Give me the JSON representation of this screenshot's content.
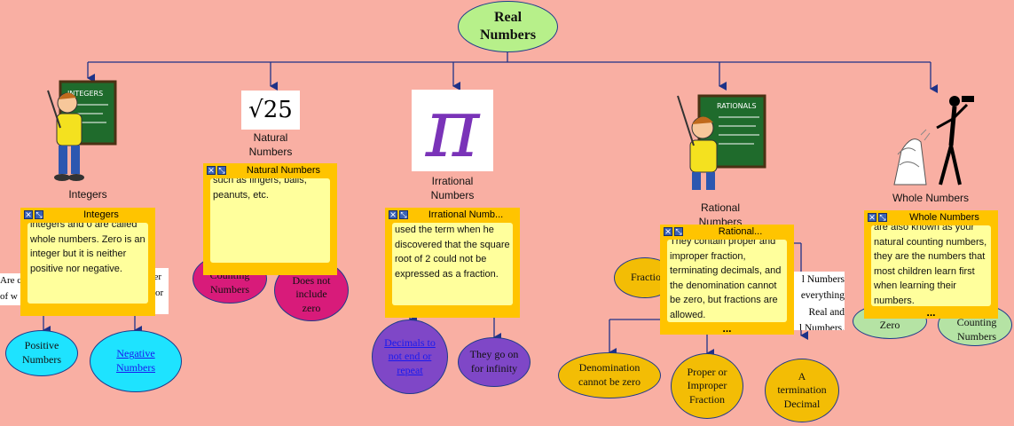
{
  "root": {
    "label": "Real Numbers",
    "fill": "#b7f08a"
  },
  "concepts": {
    "integers": "Integers",
    "natural": "Natural Numbers",
    "irrational": "Irrational Numbers",
    "rational": "Rational Numbers",
    "whole": "Whole Numbers"
  },
  "images": {
    "integers_pic": "teacher-chalkboard-integers",
    "integers_board": "INTEGERS",
    "natural_pic": "square-root-symbol",
    "natural_expr": "√25",
    "irrational_pic": "pi-symbol",
    "irrational_glyph": "π",
    "rational_pic": "teacher-chalkboard-rationals",
    "rational_board": "RATIONALS",
    "whole_pic": "sculptor-carving-figure"
  },
  "notes": {
    "integers": {
      "title": "Integers",
      "text": "integers and 0 are called whole numbers. Zero is an integer but it is neither positive nor negative."
    },
    "natural": {
      "title": "Natural Numbers",
      "text": "such as fingers, balls, peanuts, etc."
    },
    "irrational": {
      "title": "Irrational Numb...",
      "text": "used the term when he discovered that the square root of 2 could not be expressed as a fraction."
    },
    "rational": {
      "title": "Rational...",
      "text": "They contain proper and improper fraction, terminating decimals, and the denomination cannot be zero, but fractions are allowed.",
      "more": "..."
    },
    "whole": {
      "title": "Whole Numbers",
      "text": "are also known as your natural counting numbers, they are the numbers that most children learn first when learning their numbers.",
      "more": "..."
    }
  },
  "partial_text": {
    "int_left_1": "Are c",
    "int_left_2": "of w",
    "int_right_1": "ner",
    "int_right_2": "or",
    "nat_counting": "Counting Numbers",
    "rat_fraction": "Fractio",
    "rat_right_1": "l Numbers",
    "rat_right_2": "everything",
    "rat_right_3": "Real and",
    "rat_right_4": "l Numbers.",
    "whole_zero": "Zero",
    "whole_counting": "Counting Numbers"
  },
  "leaf_nodes": {
    "positive": "Positive Numbers",
    "negative": "Negative Numbers",
    "not_zero": "Does not include zero",
    "decimals": "Decimals to not end or repeat",
    "infinity": "They go on for infinity",
    "denomination": "Denomination cannot be zero",
    "proper": "Proper or Improper Fraction",
    "termination": "A termination Decimal"
  },
  "colors": {
    "background": "#f9afa3",
    "line": "#1e3288",
    "sticky_frame": "#ffc400",
    "sticky_body": "#ffff9c",
    "cyan_node": "#1ee3ff",
    "magenta_node": "#d81b7a",
    "purple_node": "#7f47c7",
    "gold_node": "#f3bd05",
    "green_node": "#b5e3a4"
  }
}
